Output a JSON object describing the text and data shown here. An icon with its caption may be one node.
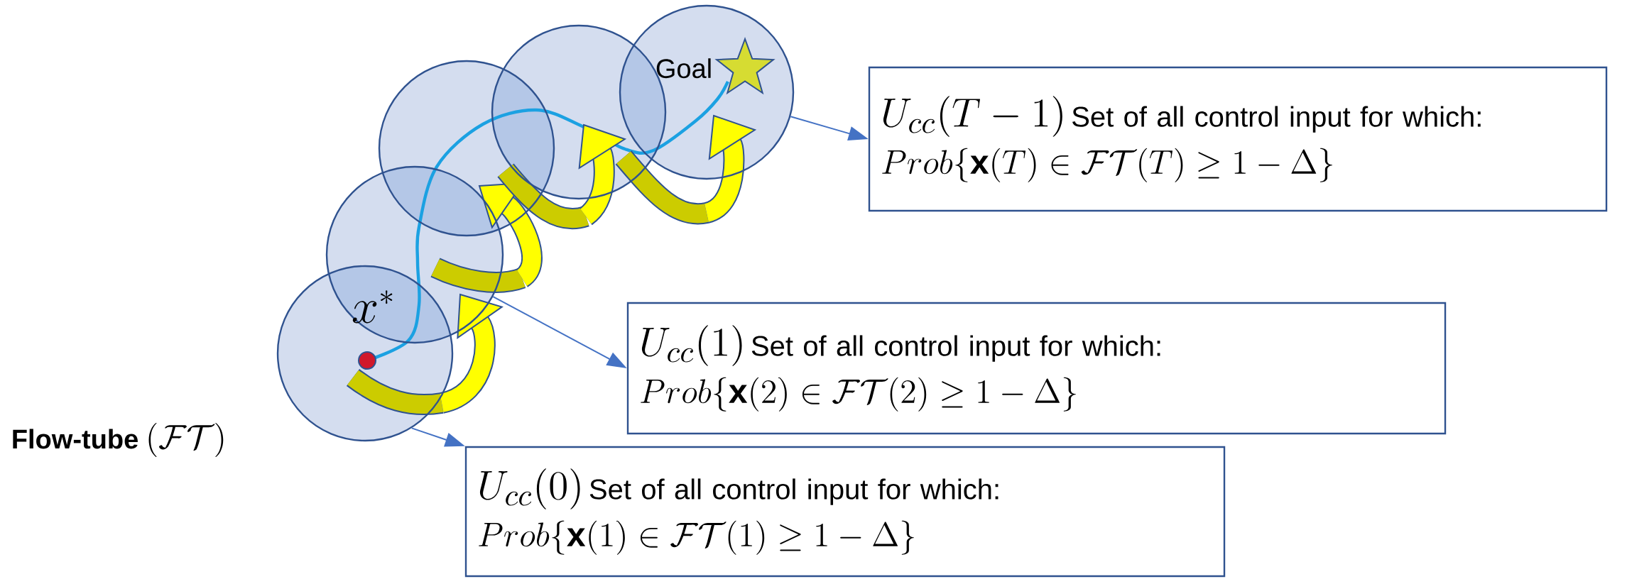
{
  "diagram": {
    "nodes": [
      {
        "text": [],
        "shape": "circle"
      },
      {
        "text": [],
        "shape": "circle"
      },
      {
        "text": [],
        "shape": "circle"
      },
      {
        "text": [],
        "shape": "circle"
      },
      {
        "text": [
          "Goal"
        ]
      },
      {
        "text": [
          "U_{cc}(T-1)",
          "Set of all control input for which:",
          "Prob\\{\\mathbf{x}(T) \\in \\mathcal{FT}(T) \\geq 1-\\Delta\\}"
        ]
      },
      {
        "text": [
          "U_{cc}(1)",
          "Set of all control input for which:",
          "Prob\\{\\mathbf{x}(2) \\in \\mathcal{FT}(2) \\geq 1-\\Delta\\}"
        ]
      },
      {
        "text": [
          "U_{cc}(0)",
          "Set of all control input for which:",
          "Prob\\{\\mathbf{x}(1) \\in \\mathcal{FT}(1) \\geq 1-\\Delta\\}"
        ]
      }
    ],
    "edges": [
      {
        "from": 4,
        "to": 5,
        "arrow": "to"
      },
      {
        "from": 1,
        "to": 6,
        "arrow": "to"
      },
      {
        "from": 0,
        "to": 7,
        "arrow": "to"
      }
    ],
    "labels": [
      "x^*",
      "Flow-tube",
      "(\\mathcal{FT})"
    ]
  }
}
